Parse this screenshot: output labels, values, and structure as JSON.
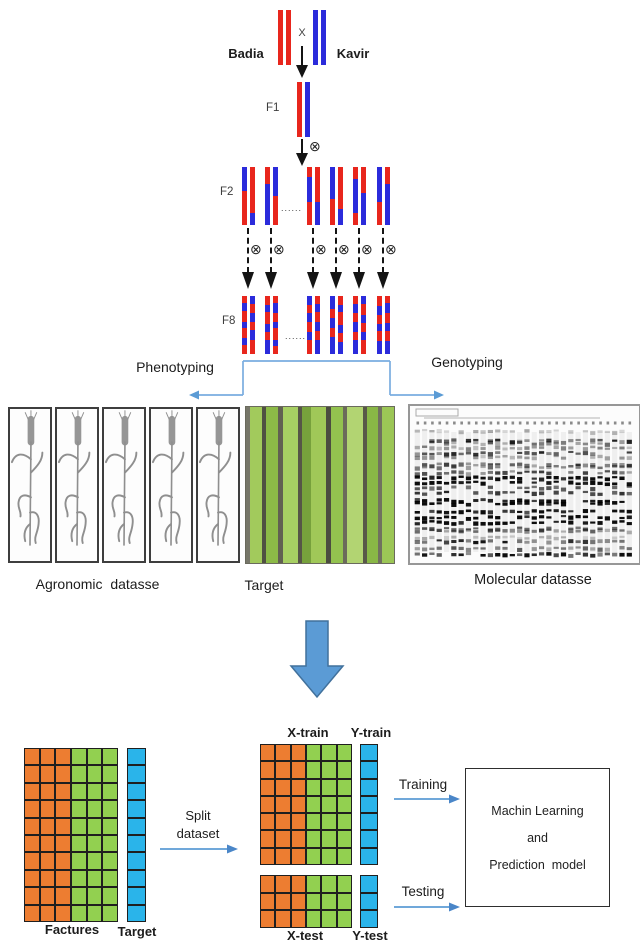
{
  "palette": {
    "red": "#e8261d",
    "blue": "#2b2bdb",
    "arrow_blue": "#5b9bd5",
    "arrow_blue_dark": "#41719c",
    "orange": "#ed7d31",
    "green": "#92d050",
    "cyan": "#2ab4ea",
    "ink": "#1c1c1c"
  },
  "breeding": {
    "parent_left": {
      "name": "Badia"
    },
    "parent_right": {
      "name": "Kavir"
    },
    "cross_symbol": "X",
    "selfing_symbol": "⊗",
    "generations": {
      "f1": "F1",
      "f2": "F2",
      "f8": "F8"
    },
    "ellipsis": "......",
    "parent_left_pairs": [
      [
        [
          "R:1"
        ],
        [
          "R:1"
        ]
      ]
    ],
    "parent_right_pairs": [
      [
        [
          "B:1"
        ],
        [
          "B:1"
        ]
      ]
    ],
    "f1_pairs": [
      [
        [
          "R:1"
        ],
        [
          "B:1"
        ]
      ]
    ],
    "f2_pairs": [
      [
        [
          "B:0.42",
          "R:0.58"
        ],
        [
          "R:0.80",
          "B:0.20"
        ]
      ],
      [
        [
          "R:0.30",
          "B:0.70"
        ],
        [
          "B:0.50",
          "R:0.50"
        ]
      ],
      [
        [
          "R:0.18",
          "B:0.42",
          "R:0.40"
        ],
        [
          "R:0.60",
          "B:0.40"
        ]
      ],
      [
        [
          "B:0.55",
          "R:0.45"
        ],
        [
          "R:0.72",
          "B:0.28"
        ]
      ],
      [
        [
          "R:0.20",
          "B:0.60",
          "R:0.20"
        ],
        [
          "R:0.45",
          "B:0.55"
        ]
      ],
      [
        [
          "B:0.60",
          "R:0.40"
        ],
        [
          "R:0.30",
          "B:0.70"
        ]
      ]
    ],
    "f8_pairs": [
      [
        [
          "R:0.12",
          "B:0.14",
          "R:0.18",
          "B:0.12",
          "R:0.16",
          "B:0.12",
          "R:0.16"
        ],
        [
          "B:0.14",
          "R:0.16",
          "B:0.14",
          "R:0.14",
          "B:0.18",
          "R:0.24"
        ]
      ],
      [
        [
          "R:0.16",
          "B:0.12",
          "R:0.20",
          "B:0.14",
          "R:0.14",
          "B:0.24"
        ],
        [
          "R:0.12",
          "B:0.18",
          "R:0.14",
          "B:0.12",
          "R:0.20",
          "B:0.10",
          "R:0.14"
        ]
      ],
      [
        [
          "B:0.16",
          "R:0.14",
          "B:0.14",
          "R:0.18",
          "B:0.14",
          "R:0.24"
        ],
        [
          "R:0.14",
          "B:0.14",
          "R:0.16",
          "B:0.16",
          "R:0.16",
          "B:0.24"
        ]
      ],
      [
        [
          "B:0.22",
          "R:0.16",
          "B:0.18",
          "R:0.14",
          "B:0.30"
        ],
        [
          "R:0.16",
          "B:0.12",
          "R:0.22",
          "B:0.14",
          "R:0.16",
          "B:0.20"
        ]
      ],
      [
        [
          "R:0.14",
          "B:0.16",
          "R:0.14",
          "B:0.18",
          "R:0.14",
          "B:0.24"
        ],
        [
          "B:0.14",
          "R:0.18",
          "B:0.14",
          "R:0.16",
          "B:0.14",
          "R:0.24"
        ]
      ],
      [
        [
          "R:0.18",
          "B:0.14",
          "R:0.16",
          "B:0.12",
          "R:0.18",
          "B:0.22"
        ],
        [
          "R:0.12",
          "B:0.18",
          "R:0.16",
          "B:0.14",
          "R:0.18",
          "B:0.22"
        ]
      ]
    ]
  },
  "branches": {
    "phenotyping": "Phenotyping",
    "genotyping": "Genotyping"
  },
  "datasets": {
    "agronomic": {
      "label": "Agronomic  datasse",
      "panel_count": 5
    },
    "target": {
      "label": "Target",
      "stripes": [
        {
          "c": "#77776a",
          "w": 4
        },
        {
          "c": "#a2ca5c",
          "w": 12
        },
        {
          "c": "#4f5042",
          "w": 4
        },
        {
          "c": "#8cba47",
          "w": 11
        },
        {
          "c": "#616052",
          "w": 5
        },
        {
          "c": "#a7cf63",
          "w": 15
        },
        {
          "c": "#565547",
          "w": 4
        },
        {
          "c": "#77a13c",
          "w": 9
        },
        {
          "c": "#a0c858",
          "w": 14
        },
        {
          "c": "#4b4c40",
          "w": 5
        },
        {
          "c": "#93c24f",
          "w": 12
        },
        {
          "c": "#6b6b5b",
          "w": 4
        },
        {
          "c": "#b2d472",
          "w": 16
        },
        {
          "c": "#585848",
          "w": 4
        },
        {
          "c": "#89b746",
          "w": 10
        },
        {
          "c": "#70705f",
          "w": 4
        },
        {
          "c": "#9cc656",
          "w": 12
        }
      ]
    },
    "molecular": {
      "label": "Molecular datasse",
      "lane_count": 30
    }
  },
  "pipeline": {
    "full_matrix": {
      "cols": [
        "orange",
        "orange",
        "orange",
        "green",
        "green",
        "green"
      ],
      "rows": 10,
      "label": "Factures"
    },
    "full_target": {
      "cols": [
        "cyan"
      ],
      "rows": 10,
      "label": "Target"
    },
    "split": {
      "line1": "Split",
      "line2": "dataset"
    },
    "xtrain": {
      "cols": [
        "orange",
        "orange",
        "orange",
        "green",
        "green",
        "green"
      ],
      "rows": 7,
      "label": "X-train"
    },
    "ytrain": {
      "cols": [
        "cyan"
      ],
      "rows": 7,
      "label": "Y-train"
    },
    "xtest": {
      "cols": [
        "orange",
        "orange",
        "orange",
        "green",
        "green",
        "green"
      ],
      "rows": 3,
      "label": "X-test"
    },
    "ytest": {
      "cols": [
        "cyan"
      ],
      "rows": 3,
      "label": "Y-test"
    },
    "training_label": "Training",
    "testing_label": "Testing",
    "model_box": {
      "line1": "Machin Learning",
      "line2": "and",
      "line3": "Prediction  model"
    }
  }
}
